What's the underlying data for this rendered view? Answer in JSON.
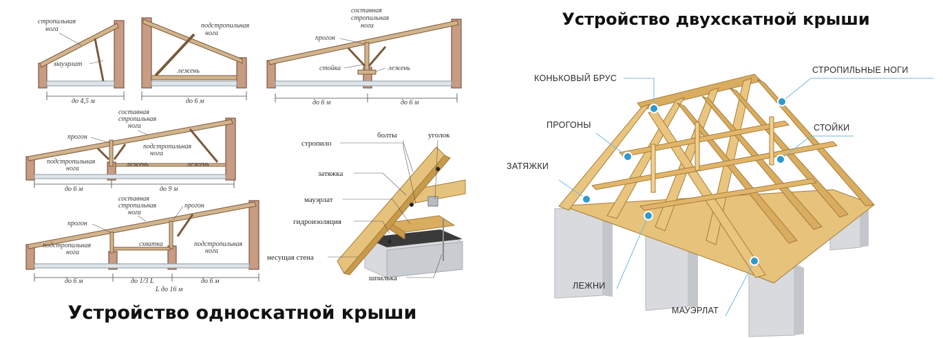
{
  "title_right": "Устройство двухскатной крыши",
  "title_left": "Устройство односкатной крыши",
  "diagram1": {
    "labels": [
      "стропильная",
      "нога",
      "мауэрлат"
    ],
    "dim": "до 4,5 м"
  },
  "diagram2": {
    "labels": [
      "подстропильная",
      "нога",
      "лежень"
    ],
    "dim": "до 6 м"
  },
  "diagram3": {
    "labels": [
      "составная",
      "стропильная",
      "нога",
      "прогон",
      "стойка",
      "лежень"
    ],
    "dims": [
      "до 6 м",
      "до 6 м"
    ]
  },
  "diagram4": {
    "labels": [
      "составная",
      "стропильная",
      "нога",
      "прогон",
      "подстропильная",
      "нога",
      "подстропильная",
      "нога",
      "лежень",
      "лежень"
    ],
    "dims": [
      "до 6 м",
      "до 9 м"
    ]
  },
  "diagram5": {
    "labels": [
      "составная",
      "стропильная",
      "нога",
      "прогон",
      "прогон",
      "подстропильная",
      "нога",
      "схватка",
      "подстропильная",
      "нога"
    ],
    "dims": [
      "до 6 м",
      "до 1/3 L",
      "до 6 м",
      "L до 16 м"
    ]
  },
  "node_detail": {
    "labels": [
      "стропило",
      "болты",
      "уголок",
      "затяжка",
      "мауэрлат",
      "гидроизоляция",
      "несущая стена",
      "шпилька"
    ]
  },
  "gable": {
    "labels": [
      "КОНЬКОВЫЙ БРУС",
      "СТРОПИЛЬНЫЕ НОГИ",
      "ПРОГОНЫ",
      "СТОЙКИ",
      "ЗАТЯЖКИ",
      "ЛЕЖНИ",
      "МАУЭРЛАТ"
    ],
    "accent": "#2e9ad0"
  }
}
